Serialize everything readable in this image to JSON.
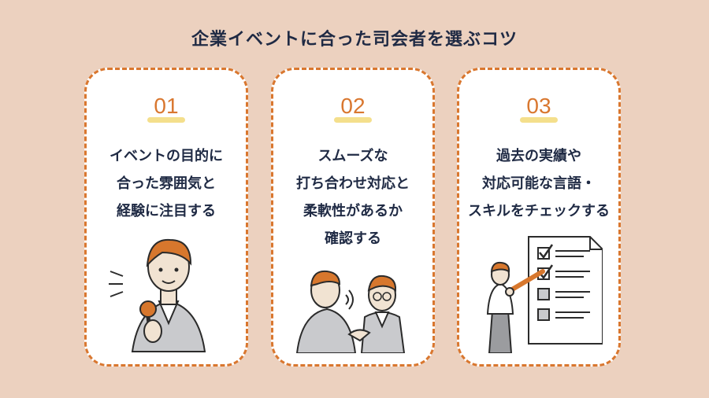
{
  "page": {
    "title": "企業イベントに合った司会者を選ぶコツ"
  },
  "cards": [
    {
      "number": "01",
      "lines": [
        "イベントの目的に",
        "合った雰囲気と",
        "経験に注目する"
      ],
      "illustration_icon": "speaker-with-microphone-icon"
    },
    {
      "number": "02",
      "lines": [
        "スムーズな",
        "打ち合わせ対応と",
        "柔軟性があるか",
        "確認する"
      ],
      "illustration_icon": "meeting-handshake-icon"
    },
    {
      "number": "03",
      "lines": [
        "過去の実績や",
        "対応可能な言語・",
        "スキルをチェックする"
      ],
      "illustration_icon": "checklist-icon"
    }
  ],
  "colors": {
    "background": "#ecd1bf",
    "card": "#ffffff",
    "accent": "#d9772f",
    "highlight": "#f4df8c",
    "text": "#1f2a44",
    "skin": "#f1e3d2",
    "hair": "#d7772d",
    "suit": "#c9cacd"
  }
}
